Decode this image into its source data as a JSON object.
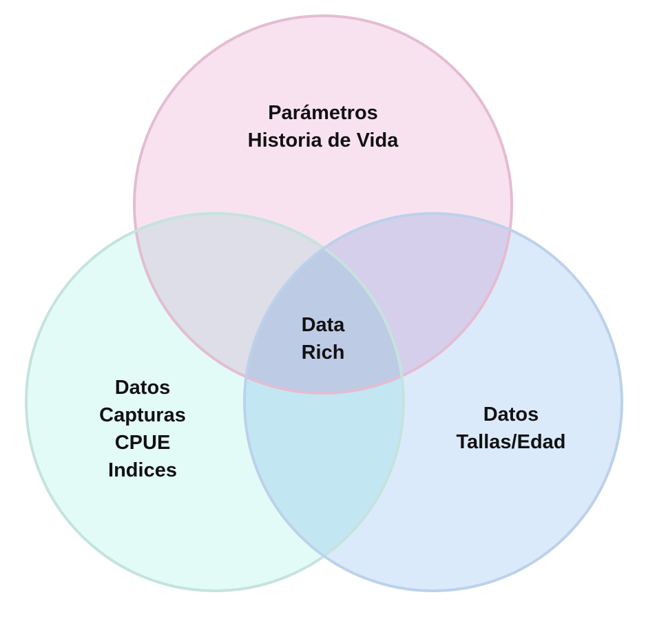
{
  "diagram": {
    "type": "venn",
    "sets": [
      {
        "id": "top",
        "lines": [
          "Parámetros",
          "Historia de Vida"
        ],
        "fill_color": "#f9e2f0",
        "stroke_color": "#e3bdd2"
      },
      {
        "id": "left",
        "lines": [
          "Datos",
          "Capturas",
          "CPUE",
          "Indices"
        ],
        "fill_color": "#e3fbf7",
        "stroke_color": "#c5e3dd"
      },
      {
        "id": "right",
        "lines": [
          "Datos",
          "Tallas/Edad"
        ],
        "fill_color": "#dbeafb",
        "stroke_color": "#bcd1ea"
      }
    ],
    "center": {
      "lines": [
        "Data",
        "Rich"
      ]
    }
  }
}
